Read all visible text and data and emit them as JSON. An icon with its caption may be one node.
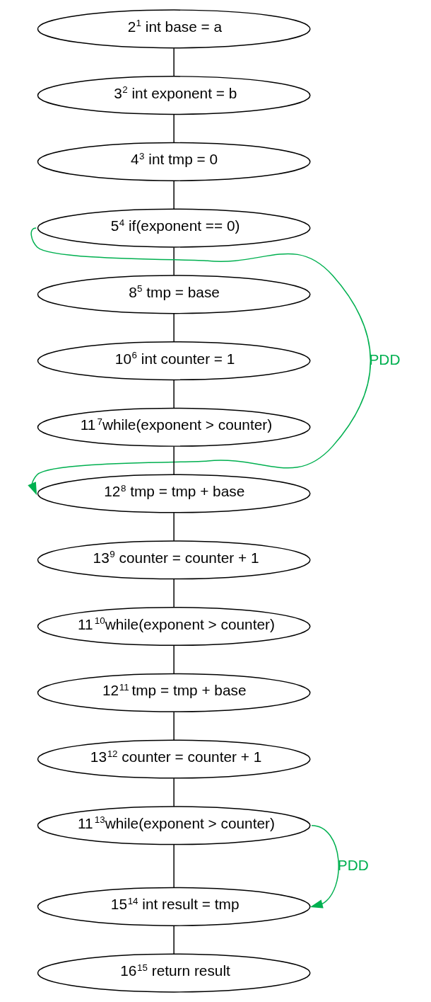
{
  "diagram": {
    "nodes": [
      {
        "text": [
          "2$^{1}$ int base = a"
        ]
      },
      {
        "text": [
          "3$^{2}$ int exponent = b"
        ]
      },
      {
        "text": [
          "4$^{3}$ int tmp = 0"
        ]
      },
      {
        "text": [
          "5$^{4}$ if(exponent == 0)"
        ]
      },
      {
        "text": [
          "8$^{5}$ tmp = base"
        ]
      },
      {
        "text": [
          "10$^{6}$ int counter = 1"
        ]
      },
      {
        "text": [
          "11$^{7}$while(exponent > counter)"
        ]
      },
      {
        "text": [
          "12$^{8}$ tmp = tmp + base"
        ]
      },
      {
        "text": [
          "13$^{9}$ counter = counter + 1"
        ]
      },
      {
        "text": [
          "11$^{10}$while(exponent > counter)"
        ]
      },
      {
        "text": [
          "12$^{11}$ tmp = tmp + base"
        ]
      },
      {
        "text": [
          "13$^{12}$ counter = counter + 1"
        ]
      },
      {
        "text": [
          "11$^{13}$while(exponent > counter)"
        ]
      },
      {
        "text": [
          "15$^{14}$ int result = tmp"
        ]
      },
      {
        "text": [
          "16$^{15}$ return result"
        ]
      }
    ],
    "edges": [
      {
        "from": 0,
        "to": 1,
        "arrow": "none"
      },
      {
        "from": 1,
        "to": 2,
        "arrow": "none"
      },
      {
        "from": 2,
        "to": 3,
        "arrow": "none"
      },
      {
        "from": 3,
        "to": 4,
        "arrow": "none"
      },
      {
        "from": 4,
        "to": 5,
        "arrow": "none"
      },
      {
        "from": 5,
        "to": 6,
        "arrow": "none"
      },
      {
        "from": 6,
        "to": 7,
        "arrow": "none"
      },
      {
        "from": 7,
        "to": 8,
        "arrow": "none"
      },
      {
        "from": 8,
        "to": 9,
        "arrow": "none"
      },
      {
        "from": 9,
        "to": 10,
        "arrow": "none"
      },
      {
        "from": 10,
        "to": 11,
        "arrow": "none"
      },
      {
        "from": 11,
        "to": 12,
        "arrow": "none"
      },
      {
        "from": 12,
        "to": 13,
        "arrow": "none"
      },
      {
        "from": 13,
        "to": 14,
        "arrow": "none"
      },
      {
        "from": 3,
        "to": 7,
        "arrow": "to",
        "label": "PDD",
        "color": "#00b050"
      },
      {
        "from": 12,
        "to": 13,
        "arrow": "to",
        "label": "PDD",
        "color": "#00b050"
      }
    ]
  }
}
